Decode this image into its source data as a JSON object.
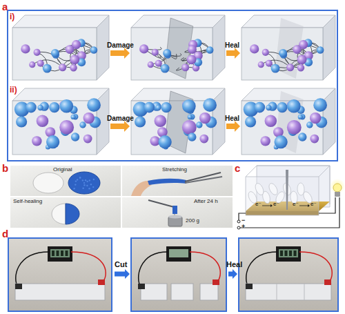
{
  "diagram": {
    "nodes": [
      {
        "text": [
          "a"
        ]
      },
      {
        "text": [
          "Original"
        ]
      },
      {
        "text": [
          "Stretching"
        ]
      },
      {
        "text": [
          "Self-healing"
        ]
      },
      {
        "text": [
          "After 24 h",
          "200 g"
        ]
      }
    ],
    "labels": [
      "i)",
      "Damage",
      "Heal",
      "ii)",
      "Damage",
      "Heal",
      "b",
      "c",
      "e⁻",
      "e⁻",
      "e⁻",
      "e⁻",
      "−",
      "+",
      "d",
      "Cut",
      "Heal"
    ]
  }
}
